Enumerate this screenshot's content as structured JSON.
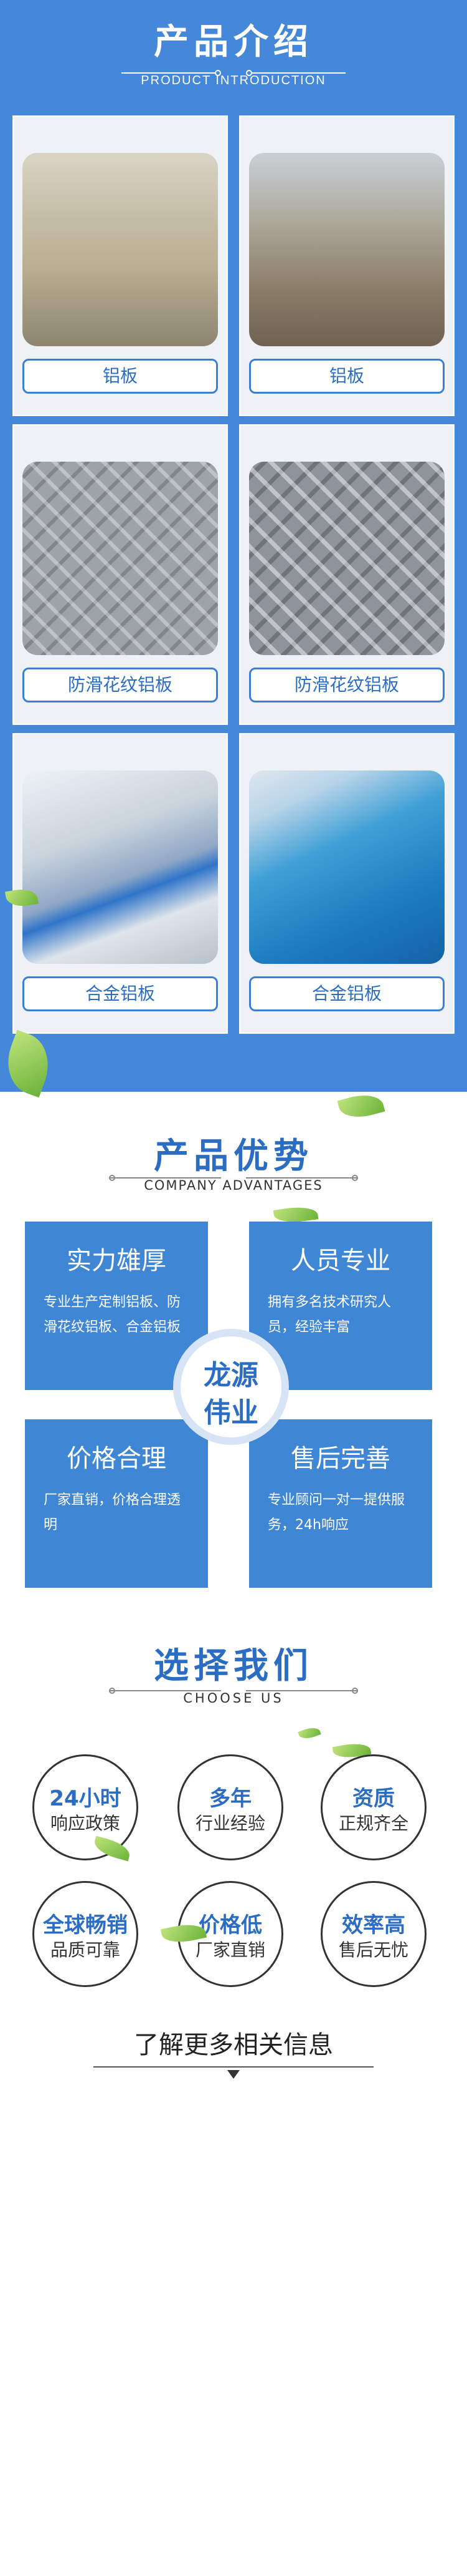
{
  "intro": {
    "title": "产品介绍",
    "subtitle": "PRODUCT INTRODUCTION",
    "products": [
      {
        "label": "铝板",
        "image": "stacked-aluminum-sheets"
      },
      {
        "label": "铝板",
        "image": "aluminum-coils-warehouse"
      },
      {
        "label": "防滑花纹铝板",
        "image": "tread-plate-pattern"
      },
      {
        "label": "防滑花纹铝板",
        "image": "tread-plate-pattern-close"
      },
      {
        "label": "合金铝板",
        "image": "alloy-sheets-blue-film"
      },
      {
        "label": "合金铝板",
        "image": "blue-film-aluminum-sheet"
      }
    ]
  },
  "advantages": {
    "title": "产品优势",
    "subtitle": "COMPANY ADVANTAGES",
    "center_line1": "龙源",
    "center_line2": "伟业",
    "items": [
      {
        "title": "实力雄厚",
        "desc": "专业生产定制铝板、防滑花纹铝板、合金铝板"
      },
      {
        "title": "人员专业",
        "desc": "拥有多名技术研究人员，经验丰富"
      },
      {
        "title": "价格合理",
        "desc": "厂家直销，价格合理透明"
      },
      {
        "title": "售后完善",
        "desc": "专业顾问一对一提供服务，24h响应"
      }
    ]
  },
  "choose": {
    "title": "选择我们",
    "subtitle": "CHOOSE US",
    "items": [
      {
        "line1": "24小时",
        "line2": "响应政策"
      },
      {
        "line1": "多年",
        "line2": "行业经验"
      },
      {
        "line1": "资质",
        "line2": "正规齐全"
      },
      {
        "line1": "全球畅销",
        "line2": "品质可靠"
      },
      {
        "line1": "价格低",
        "line2": "厂家直销"
      },
      {
        "line1": "效率高",
        "line2": "售后无忧"
      }
    ]
  },
  "footer": {
    "more_label": "了解更多相关信息"
  },
  "colors": {
    "brand_blue": "#4588da",
    "accent_blue": "#2b6dc2"
  }
}
